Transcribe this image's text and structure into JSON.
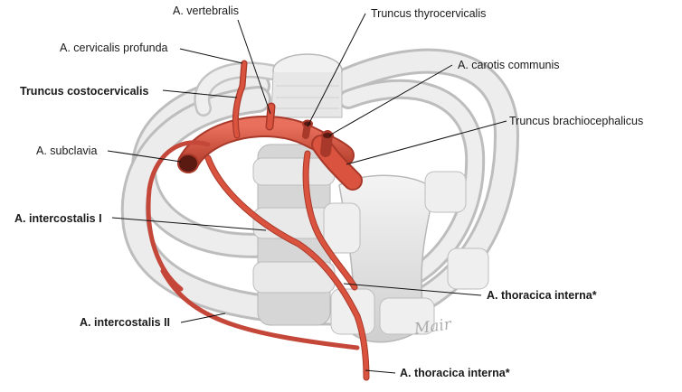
{
  "labels": {
    "a_vertebralis": "A. vertebralis",
    "truncus_thyrocervicalis": "Truncus thyrocervicalis",
    "a_cervicalis_profunda": "A. cervicalis profunda",
    "a_carotis_communis": "A. carotis communis",
    "truncus_costocervicalis": "Truncus costocervicalis",
    "truncus_brachiocephalicus": "Truncus brachiocephalicus",
    "a_subclavia": "A. subclavia",
    "a_intercostalis_i": "A. intercostalis I",
    "a_thoracica_interna_1": "A. thoracica interna*",
    "a_intercostalis_ii": "A. intercostalis II",
    "a_thoracica_interna_2": "A. thoracica interna*"
  },
  "signature": "Mair",
  "colors": {
    "artery": "#d9533f",
    "artery_dark": "#a8392a",
    "bone": "#e4e4e4",
    "bone_shadow": "#b9b9b9",
    "leader_line": "#111111"
  }
}
